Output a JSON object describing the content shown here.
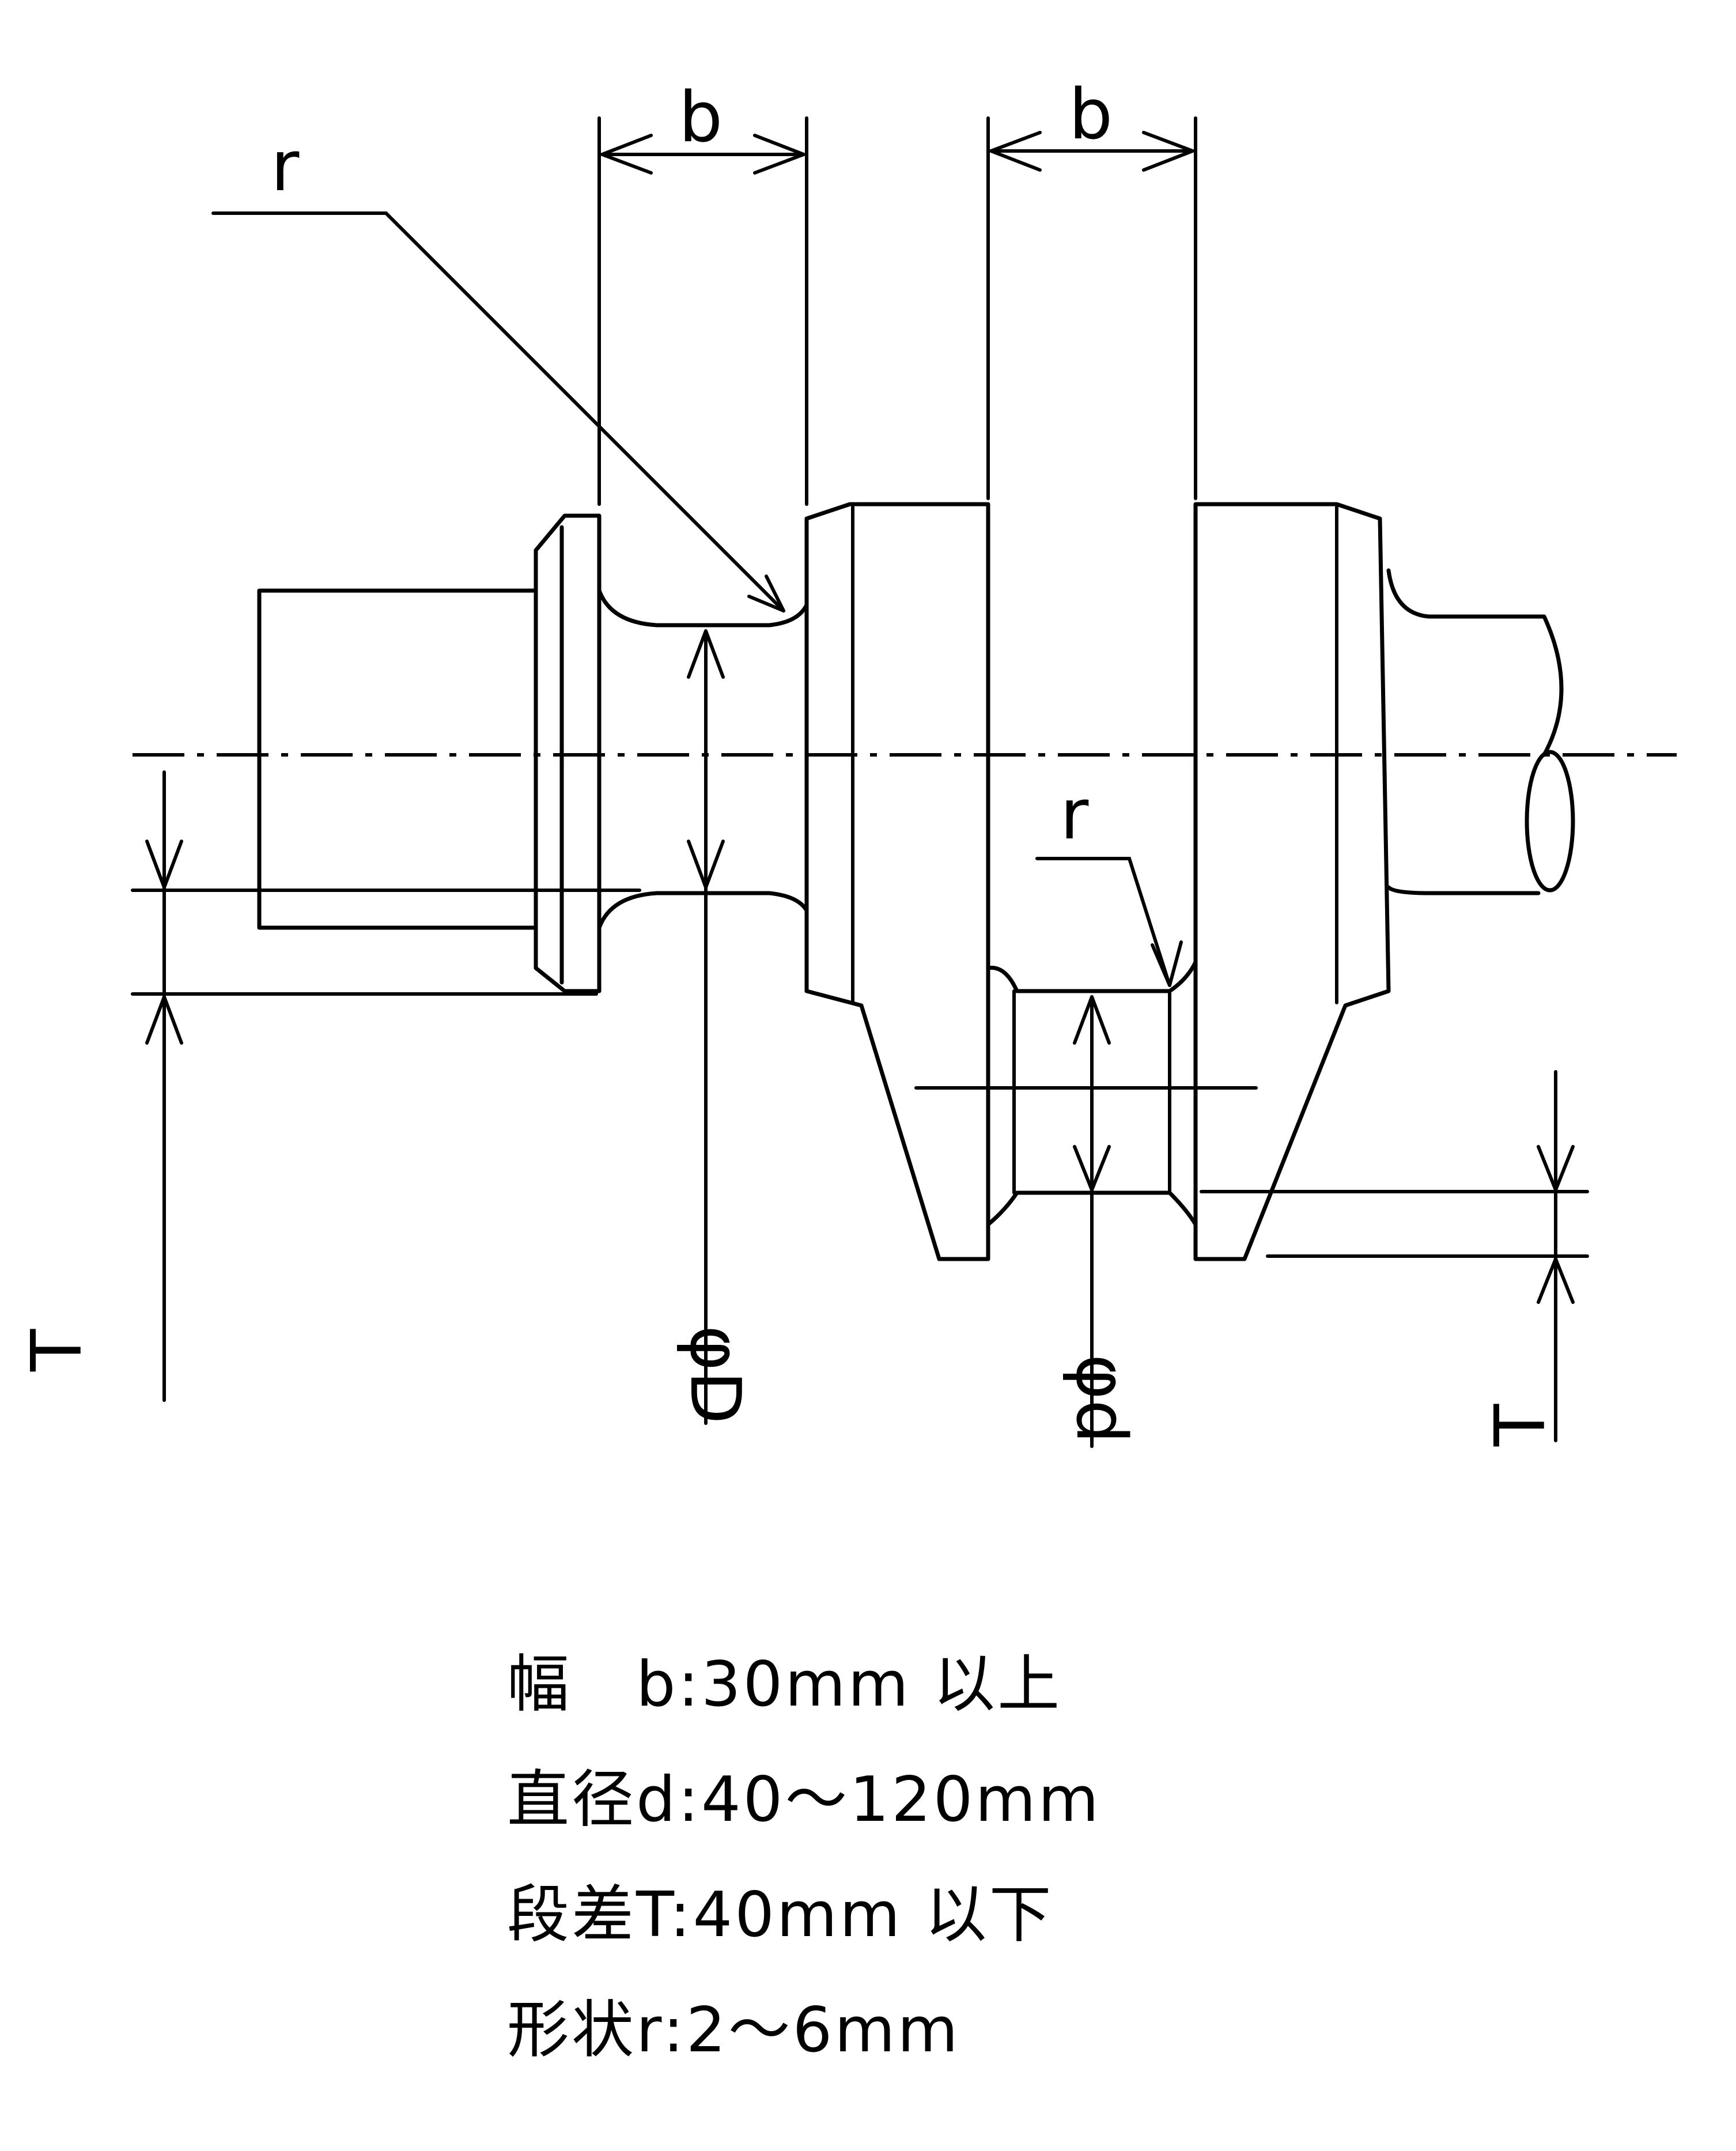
{
  "diagram": {
    "labels": {
      "width_left": "b",
      "width_right": "b",
      "radius_upper": "r",
      "radius_lower": "r",
      "diameter_left": "φD",
      "diameter_right": "φd",
      "step_left": "T",
      "step_right": "T"
    }
  },
  "specs": [
    "幅　b:30mm 以上",
    "直径d:40〜120mm",
    "段差T:40mm 以下",
    "形状r:2〜6mm"
  ]
}
